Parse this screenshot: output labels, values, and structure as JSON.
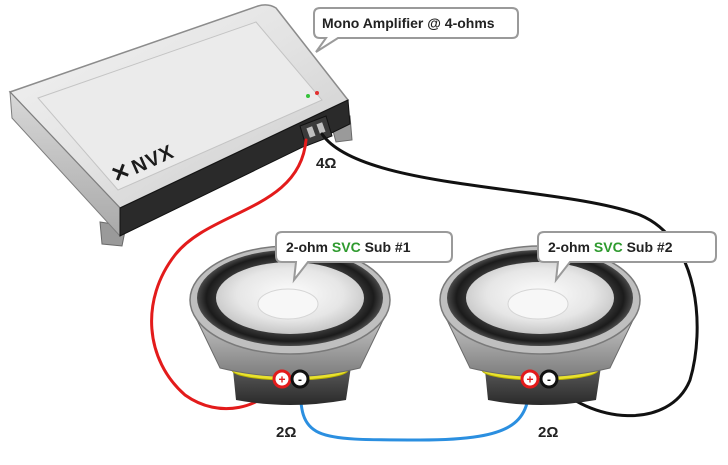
{
  "amplifier": {
    "callout": "Mono Amplifier @ 4-ohms",
    "brand": "NVX",
    "impedance": "4Ω"
  },
  "subs": [
    {
      "prefix": "2-ohm ",
      "accent": "SVC",
      "suffix": " Sub #1",
      "impedance": "2Ω"
    },
    {
      "prefix": "2-ohm ",
      "accent": "SVC",
      "suffix": " Sub #2",
      "impedance": "2Ω"
    }
  ],
  "terminals": {
    "positive": "+",
    "negative": "-"
  },
  "colors": {
    "positive_wire": "#e31b1b",
    "negative_wire": "#111111",
    "series_wire": "#2b8fe0",
    "accent_text": "#2e9a2e"
  }
}
